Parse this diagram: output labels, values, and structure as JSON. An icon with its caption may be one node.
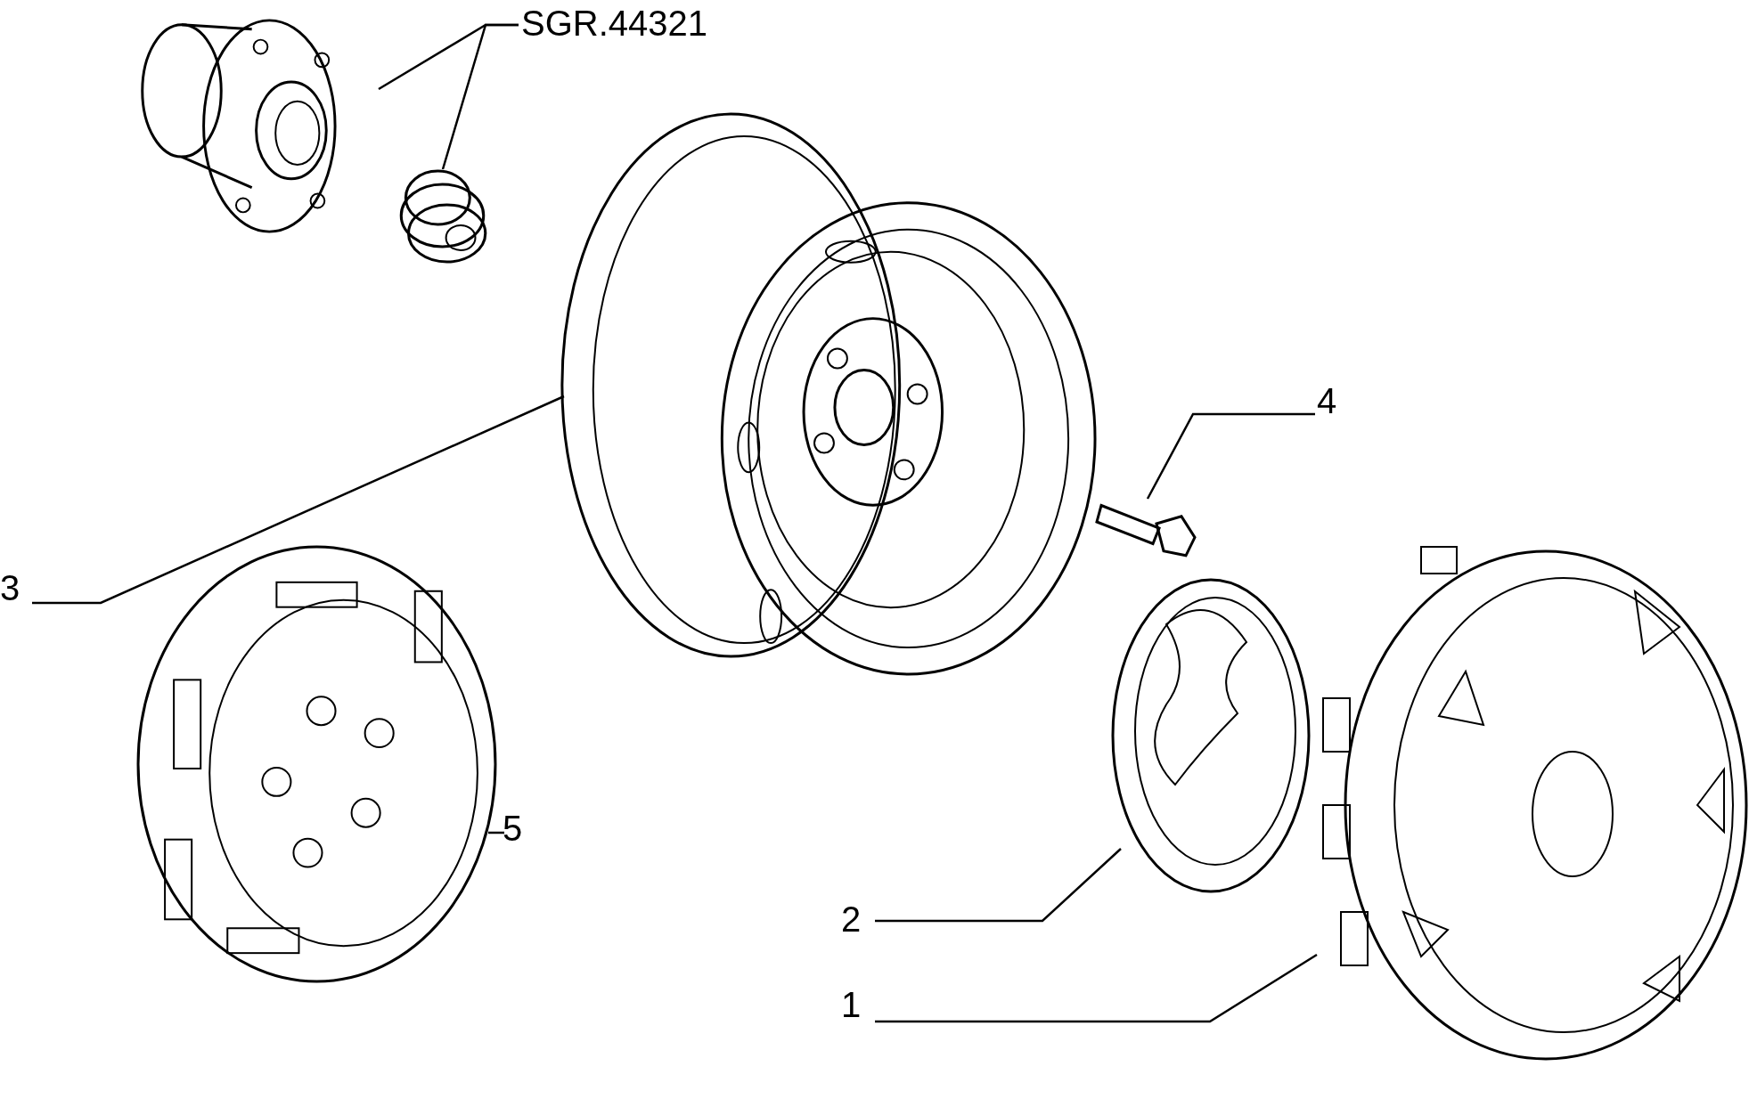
{
  "diagram": {
    "nodes": [
      {
        "text": [
          "SGR.44321"
        ]
      },
      {
        "text": [],
        "shape": "picture"
      },
      {
        "text": [],
        "shape": "picture"
      },
      {
        "text": [],
        "shape": "picture"
      },
      {
        "text": [
          "4"
        ]
      },
      {
        "text": [],
        "shape": "picture"
      },
      {
        "text": [
          "3"
        ]
      },
      {
        "text": [],
        "shape": "picture"
      },
      {
        "text": [
          "5"
        ]
      },
      {
        "text": [
          "2"
        ]
      },
      {
        "text": [],
        "shape": "picture"
      },
      {
        "text": [
          "1"
        ]
      },
      {
        "text": [],
        "shape": "picture"
      }
    ],
    "edges": [
      {
        "from": 0,
        "to": 1,
        "arrow": "none"
      },
      {
        "from": 0,
        "to": 2,
        "arrow": "none"
      },
      {
        "from": 4,
        "to": 5,
        "arrow": "none"
      },
      {
        "from": 6,
        "to": 3,
        "arrow": "none"
      },
      {
        "from": 8,
        "to": 7,
        "arrow": "none"
      },
      {
        "from": 9,
        "to": 10,
        "arrow": "none"
      },
      {
        "from": 11,
        "to": 12,
        "arrow": "none"
      }
    ]
  }
}
